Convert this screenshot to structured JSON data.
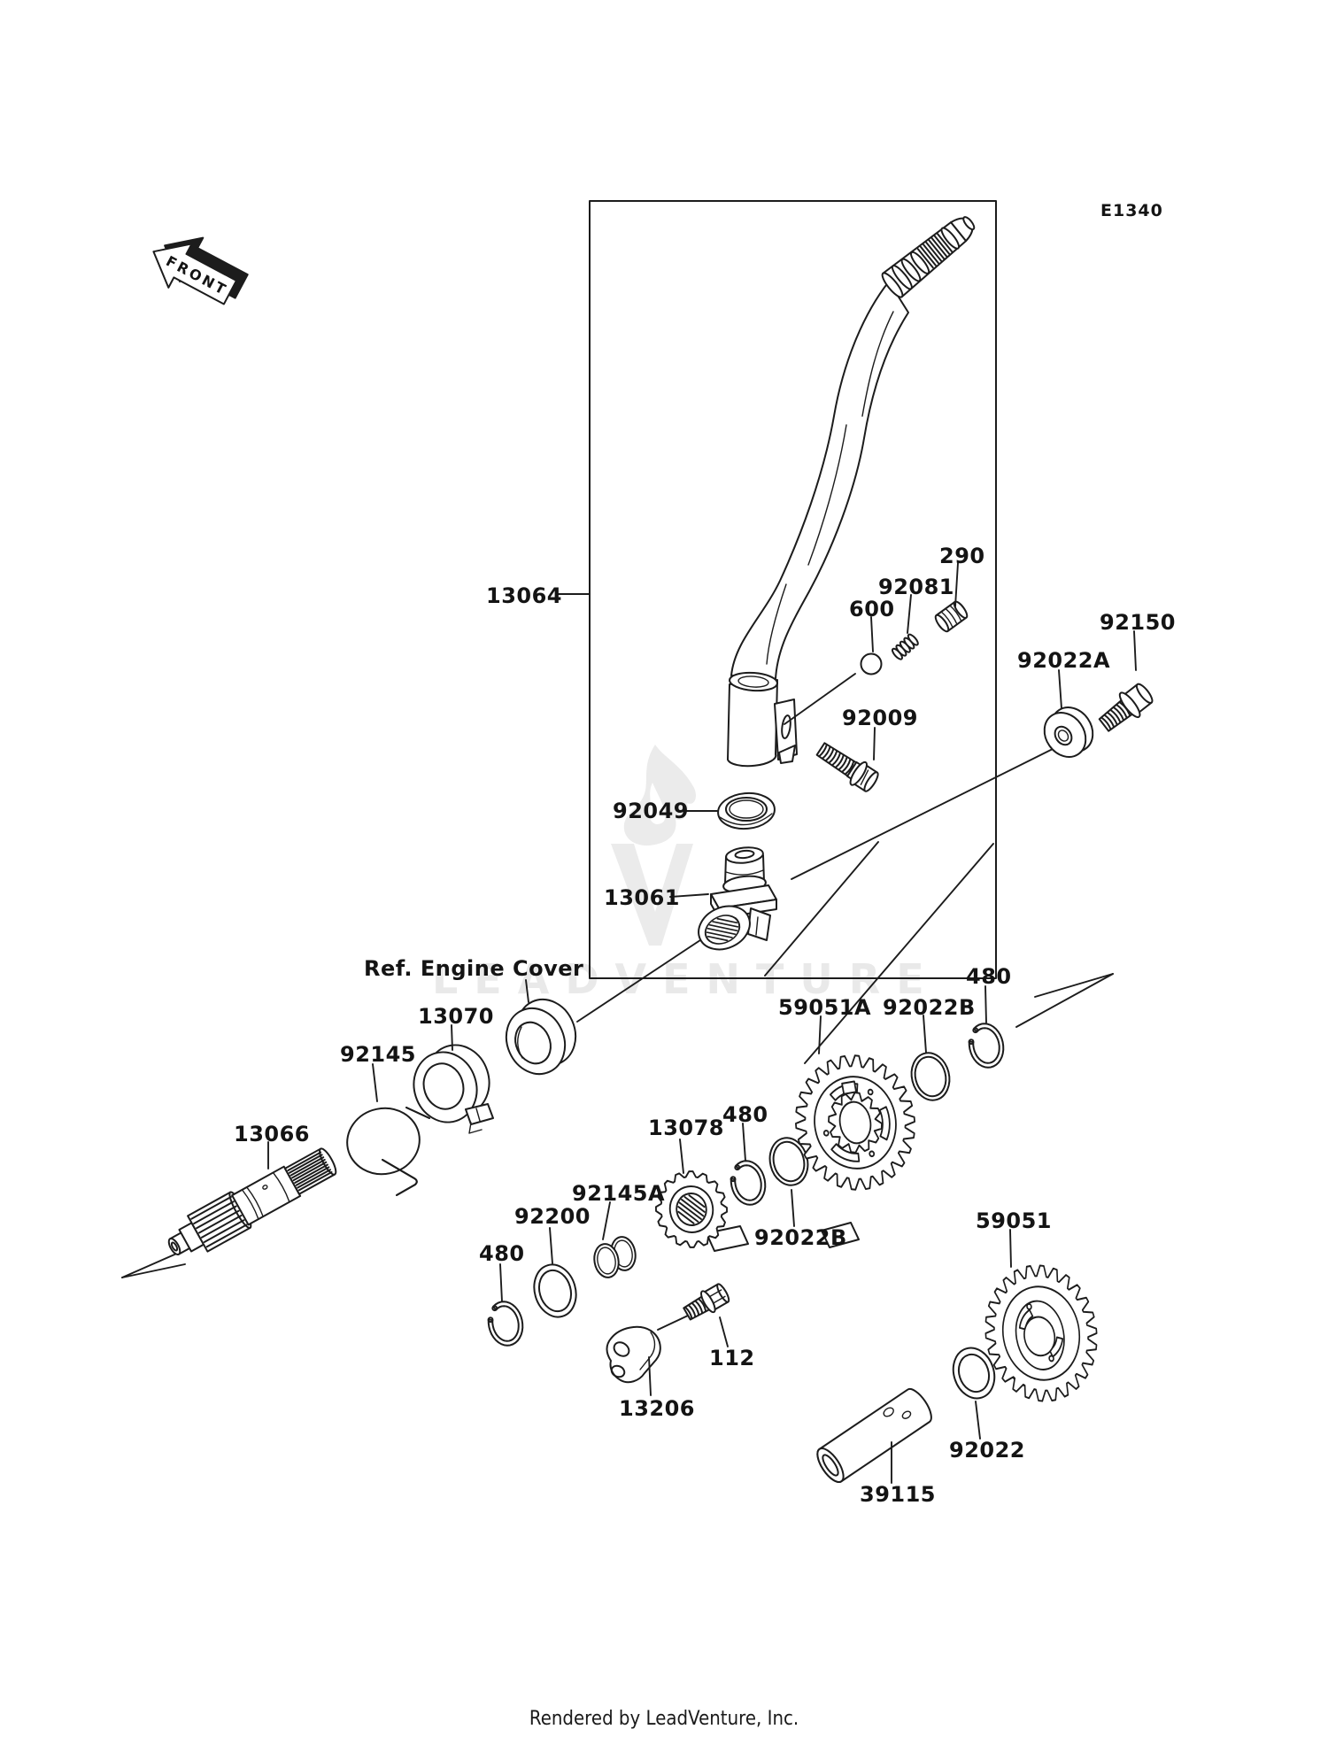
{
  "page": {
    "diagram_code": "E1340",
    "front_marker": "FRONT",
    "watermark_text": "LEADVENTURE",
    "ref_note": "Ref. Engine Cover",
    "footer_text": "Rendered by LeadVenture, Inc."
  },
  "part_labels": {
    "kick_pedal": "13064",
    "ball": "600",
    "pin_spring": "92081",
    "stop_pin": "290",
    "bolt_cover": "92150",
    "washer_a": "92022A",
    "bolt_pedal": "92009",
    "oil_seal": "92049",
    "kick_holder": "13061",
    "guide": "13070",
    "return_spring": "92145",
    "kick_shaft": "13066",
    "idle_gear_a": "59051A",
    "ring_b_upper": "92022B",
    "circlip_right": "480",
    "ratchet": "13078",
    "circlip_mid": "480",
    "spring_a": "92145A",
    "washer_200": "92200",
    "circlip_left": "480",
    "ring_b_lower": "92022B",
    "bolt_112": "112",
    "ratchet_guide": "13206",
    "idle_gear": "59051",
    "washer_22": "92022",
    "collar": "39115"
  }
}
